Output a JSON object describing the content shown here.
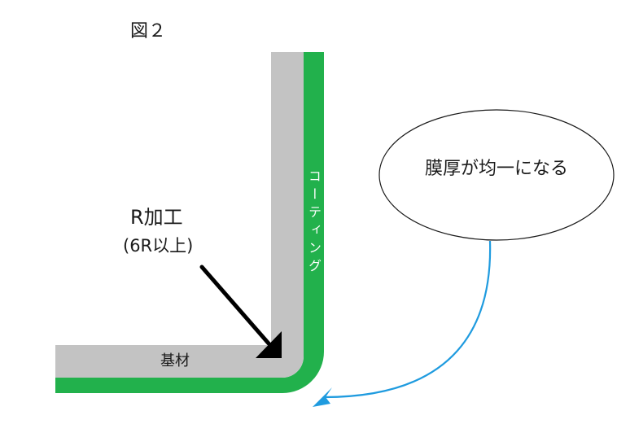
{
  "figure_title": "図２",
  "labels": {
    "radius_process": "R加工",
    "radius_spec": "(6R以上)",
    "substrate": "基材",
    "coating": "コーティング",
    "callout": "膜厚が均一になる"
  },
  "colors": {
    "substrate": "#c3c3c3",
    "coating": "#22b14c",
    "arrow_black": "#000000",
    "arrow_blue": "#1f9bdf",
    "outline": "#1a1a1a",
    "background": "#ffffff"
  }
}
